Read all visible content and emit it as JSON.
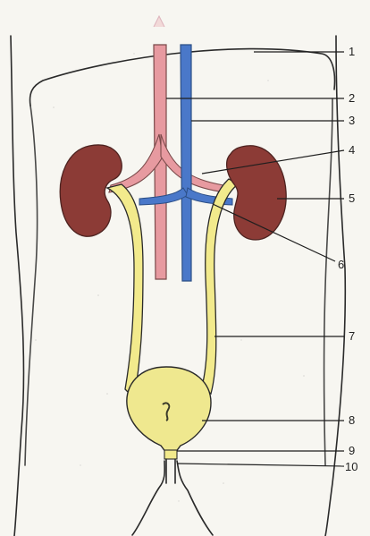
{
  "diagram": {
    "labels": [
      "1",
      "2",
      "3",
      "4",
      "5",
      "6",
      "7",
      "8",
      "9",
      "10"
    ],
    "colors": {
      "kidney": "#8c3b36",
      "aorta": "#e79aa0",
      "vena_cava": "#4a78c9",
      "ureter": "#f2ea8c",
      "bladder": "#efe88f",
      "outline": "#2a2a2a",
      "paper": "#f7f6f1"
    }
  }
}
